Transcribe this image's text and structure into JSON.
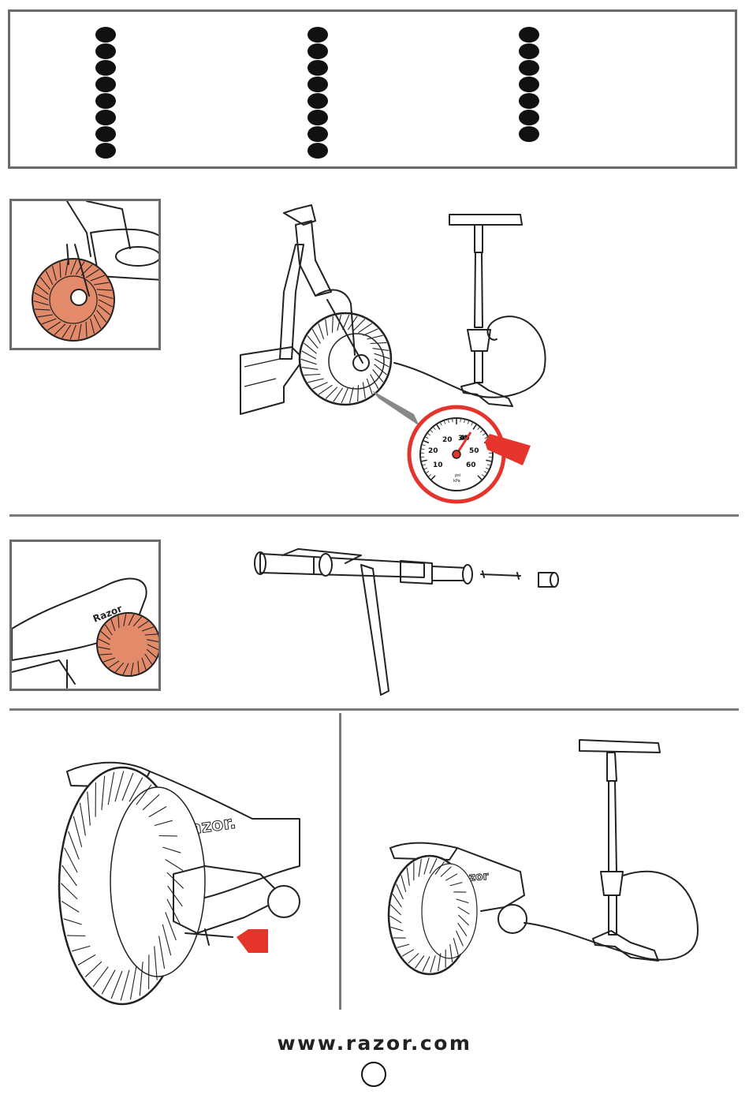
{
  "parts_list": {
    "columns": [
      {
        "bullet_count": 8
      },
      {
        "bullet_count": 8
      },
      {
        "bullet_count": 7
      }
    ]
  },
  "gauge": {
    "labels": [
      "10",
      "20",
      "20",
      "30",
      "40",
      "50",
      "60"
    ],
    "unit_top": "psi",
    "unit_bottom": "kPa"
  },
  "logos": {
    "deck_small": "Razor",
    "fender_large": "Razor.",
    "fender_small": "Razor"
  },
  "footer": {
    "url": "www.razor.com"
  },
  "colors": {
    "accent_red": "#e5342c",
    "tire_orange": "#e38a6a",
    "border_gray": "#6b6b6b"
  }
}
